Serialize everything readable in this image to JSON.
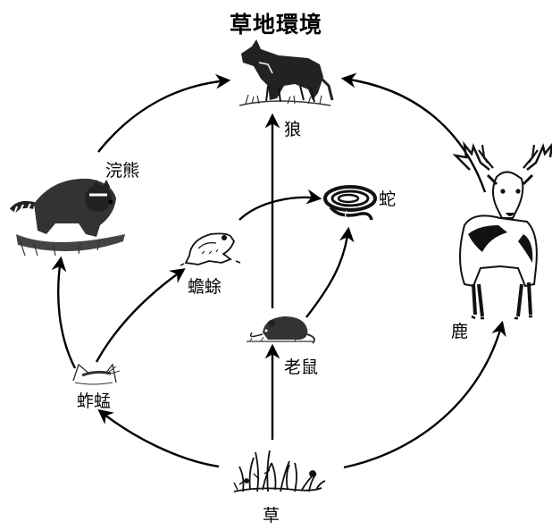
{
  "title": "草地環境",
  "nodes": {
    "wolf": "狼",
    "raccoon": "浣熊",
    "snake": "蛇",
    "toad": "蟾蜍",
    "deer": "鹿",
    "mouse": "老鼠",
    "grasshopper": "蚱蜢",
    "grass": "草"
  },
  "colors": {
    "ink": "#000000",
    "background": "#ffffff"
  }
}
